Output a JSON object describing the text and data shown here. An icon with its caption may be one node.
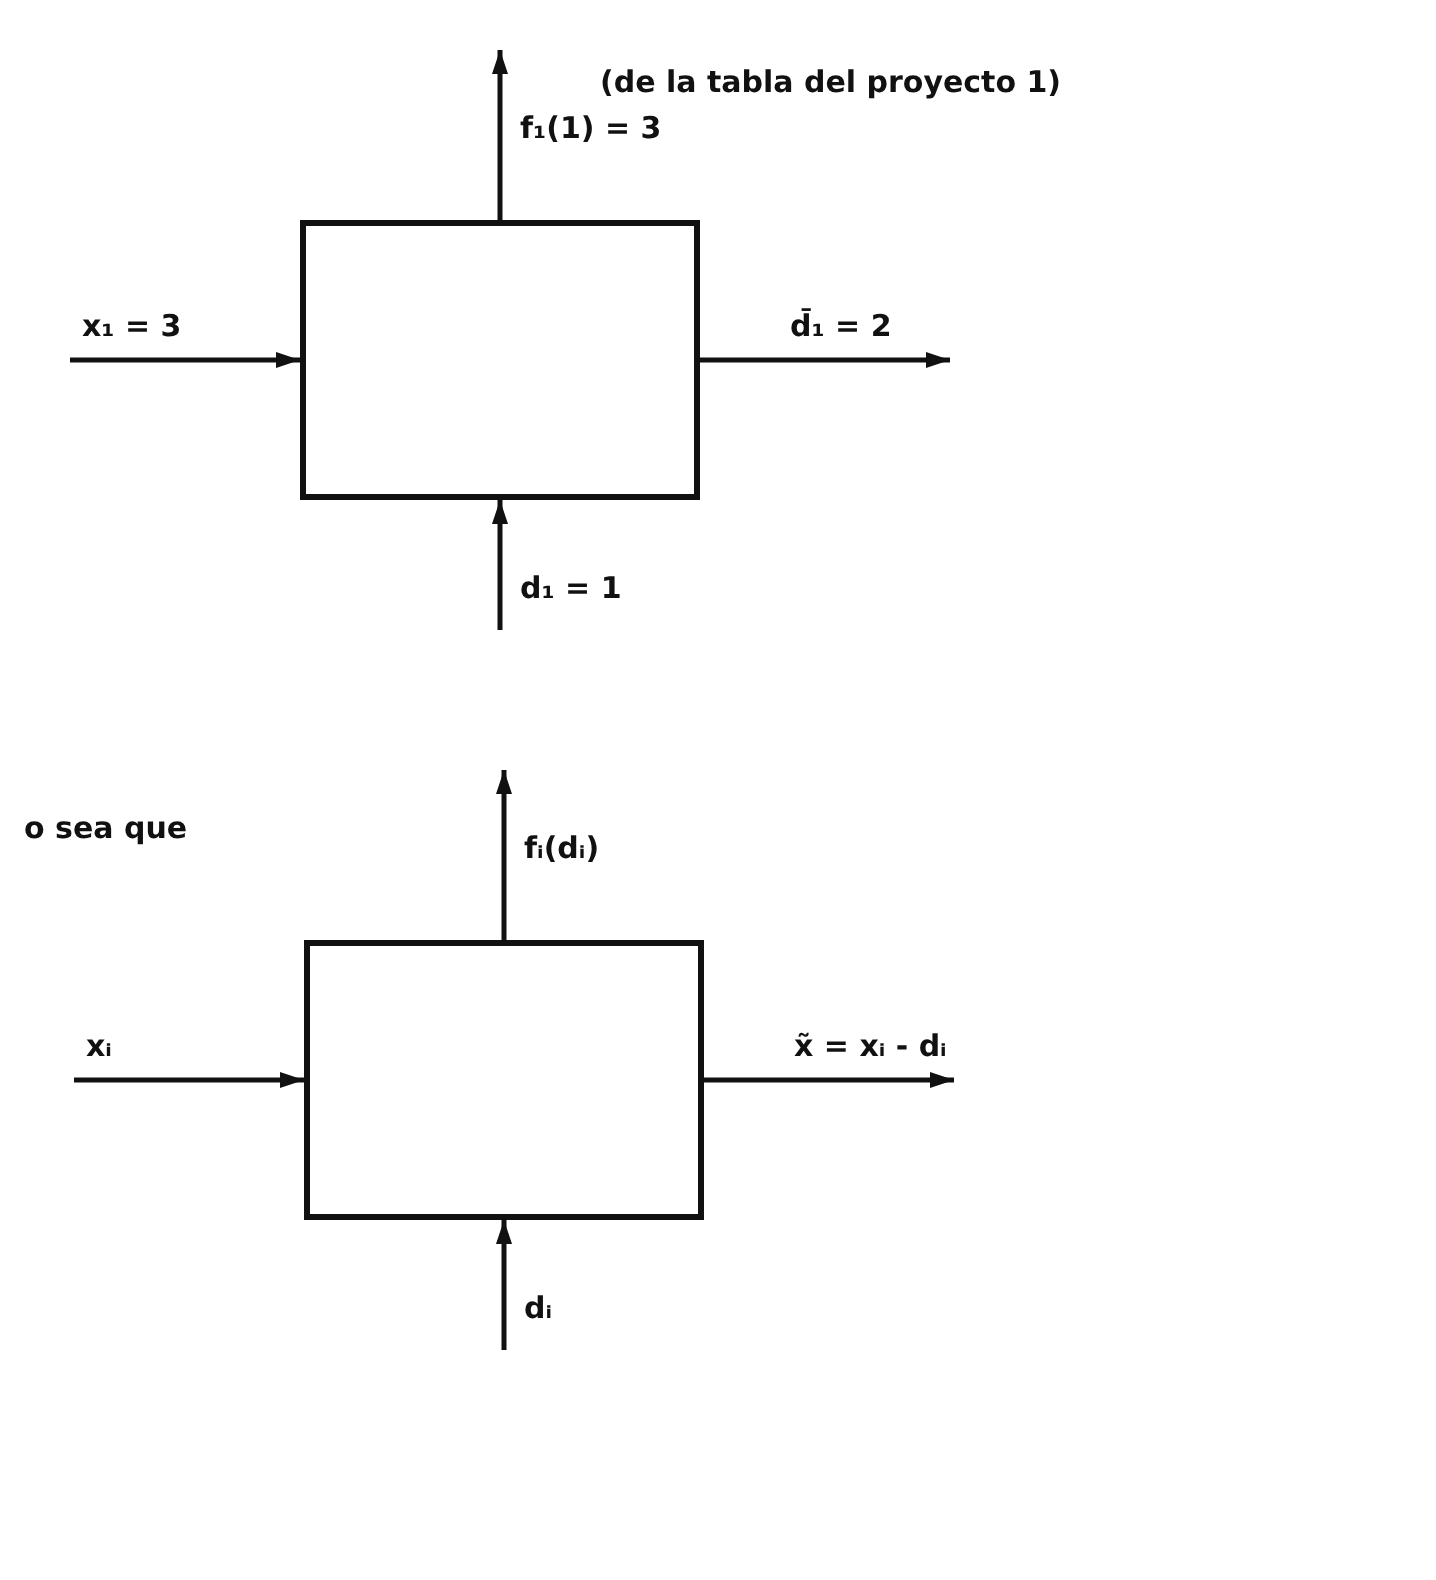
{
  "diagram": {
    "nodes": [
      {
        "text": [],
        "shape": "box"
      },
      {
        "text": [],
        "shape": "box"
      }
    ],
    "edges": [
      {
        "from": null,
        "to": 0,
        "arrow": "to",
        "label": "x₁ = 3"
      },
      {
        "from": null,
        "to": 0,
        "arrow": "to",
        "label": "d₁ = 1"
      },
      {
        "from": null,
        "to": 1,
        "arrow": "to",
        "label": "xᵢ"
      },
      {
        "from": null,
        "to": 1,
        "arrow": "to",
        "label": "dᵢ"
      },
      {
        "from": 0,
        "to": null,
        "arrow": "to",
        "label": "d̄₁ = 2"
      },
      {
        "from": 0,
        "to": null,
        "arrow": "to",
        "label": "f₁(1) = 3"
      },
      {
        "from": 1,
        "to": null,
        "arrow": "to",
        "label": "x̃ = xᵢ - dᵢ"
      },
      {
        "from": 1,
        "to": null,
        "arrow": "to",
        "label": "fᵢ(dᵢ)"
      }
    ],
    "labels": [
      "(de la tabla del proyecto 1)",
      "o sea que"
    ]
  }
}
